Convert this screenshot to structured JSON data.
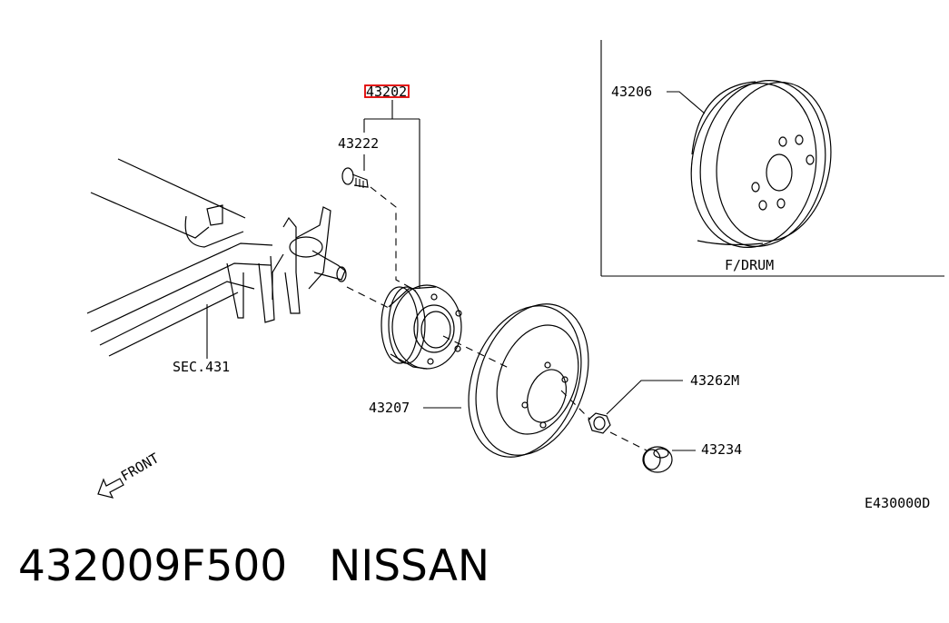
{
  "callouts": {
    "hub_assembly": "43202",
    "hub_bolt": "43222",
    "brake_drum": "43206",
    "brake_disc": "43207",
    "hub_nut": "43262M",
    "hub_cap": "43234",
    "axle_section": "SEC.431"
  },
  "inset_caption": "F/DRUM",
  "front_label": "FRONT",
  "diagram_code": "E430000D",
  "part_number": "432009F500",
  "brand": "NISSAN",
  "highlight_color": "#e00000"
}
